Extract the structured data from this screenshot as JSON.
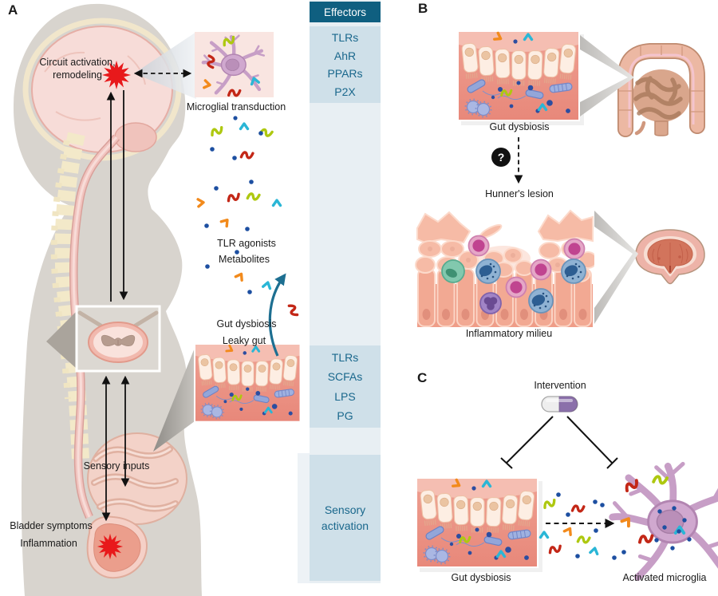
{
  "figure": {
    "panel_a": {
      "label": "A",
      "brain_annotation": "Circuit activation, remodeling",
      "microglia_caption": "Microglial transduction",
      "molecule_labels": [
        "TLR agonists",
        "Metabolites"
      ],
      "gut_labels": [
        "Gut dysbiosis",
        "Leaky gut"
      ],
      "sensory_inputs_label": "Sensory inputs",
      "bladder_labels": [
        "Bladder symptoms",
        "Inflammation"
      ]
    },
    "effectors_column": {
      "header": "Effectors",
      "microglial_effectors": [
        "TLRs",
        "AhR",
        "PPARs",
        "P2X"
      ],
      "gut_effectors": [
        "TLRs",
        "SCFAs",
        "LPS",
        "PG"
      ],
      "sensory_label": "Sensory activation"
    },
    "panel_b": {
      "label": "B",
      "gut_caption": "Gut dysbiosis",
      "question_mark": "?",
      "lesion_label": "Hunner's lesion",
      "milieu_caption": "Inflammatory milieu"
    },
    "panel_c": {
      "label": "C",
      "intervention_label": "Intervention",
      "gut_caption": "Gut dysbiosis",
      "microglia_caption": "Activated microglia"
    },
    "theme": {
      "effectors_header_bg": "#0f5f80",
      "effectors_text": "#19678c",
      "column_bg": "#e8eff3",
      "column_block_bg": "#cfe0e9",
      "alert_red": "#e8191b",
      "arrow_teal": "#1d6f91",
      "molecule_green": "#aec810",
      "molecule_red": "#c32717",
      "molecule_orange": "#f28a1c",
      "molecule_cyan": "#2ab6d6",
      "molecule_dot_blue": "#1d4fa1"
    }
  }
}
